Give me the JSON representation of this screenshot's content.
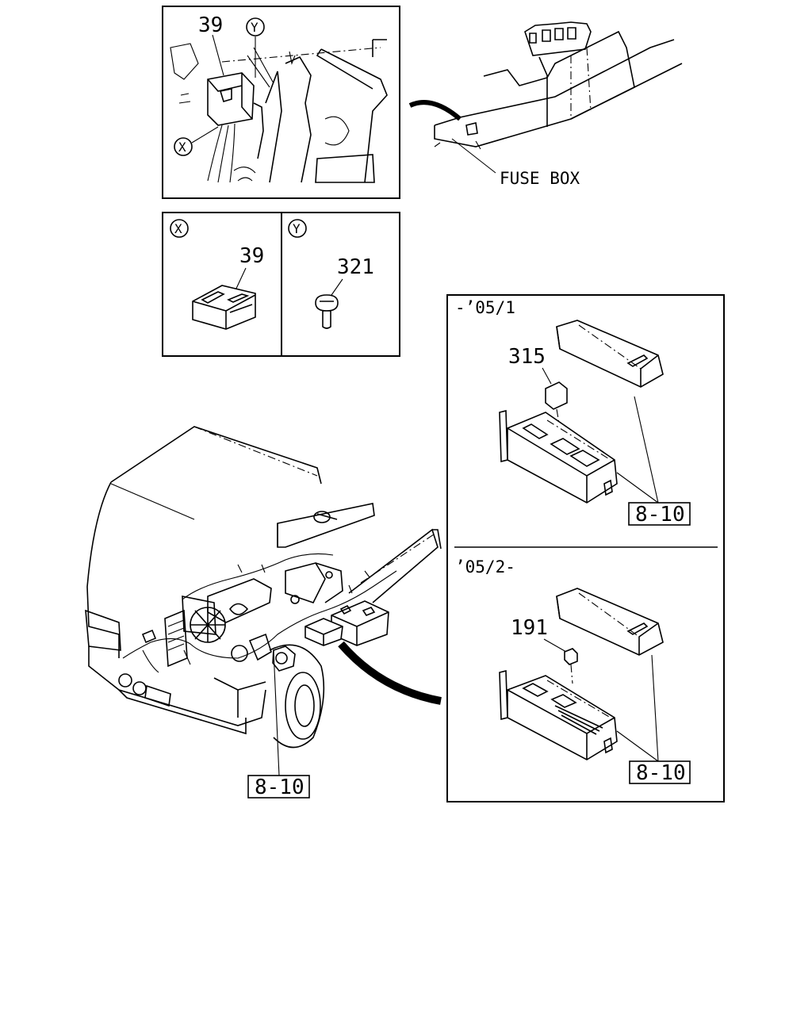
{
  "callouts": {
    "detail_top_part": "39",
    "detail_top_circle_y": "Y",
    "detail_top_circle_x": "X",
    "fuse_box_label": "FUSE BOX",
    "detail_x_circle": "X",
    "detail_x_part": "39",
    "detail_y_circle": "Y",
    "detail_y_part": "321",
    "variant_early_header": "-’05/1",
    "variant_early_part": "315",
    "variant_early_ref": "8-10",
    "variant_late_header": "’05/2-",
    "variant_late_part": "191",
    "variant_late_ref": "8-10",
    "vehicle_ref": "8-10"
  }
}
